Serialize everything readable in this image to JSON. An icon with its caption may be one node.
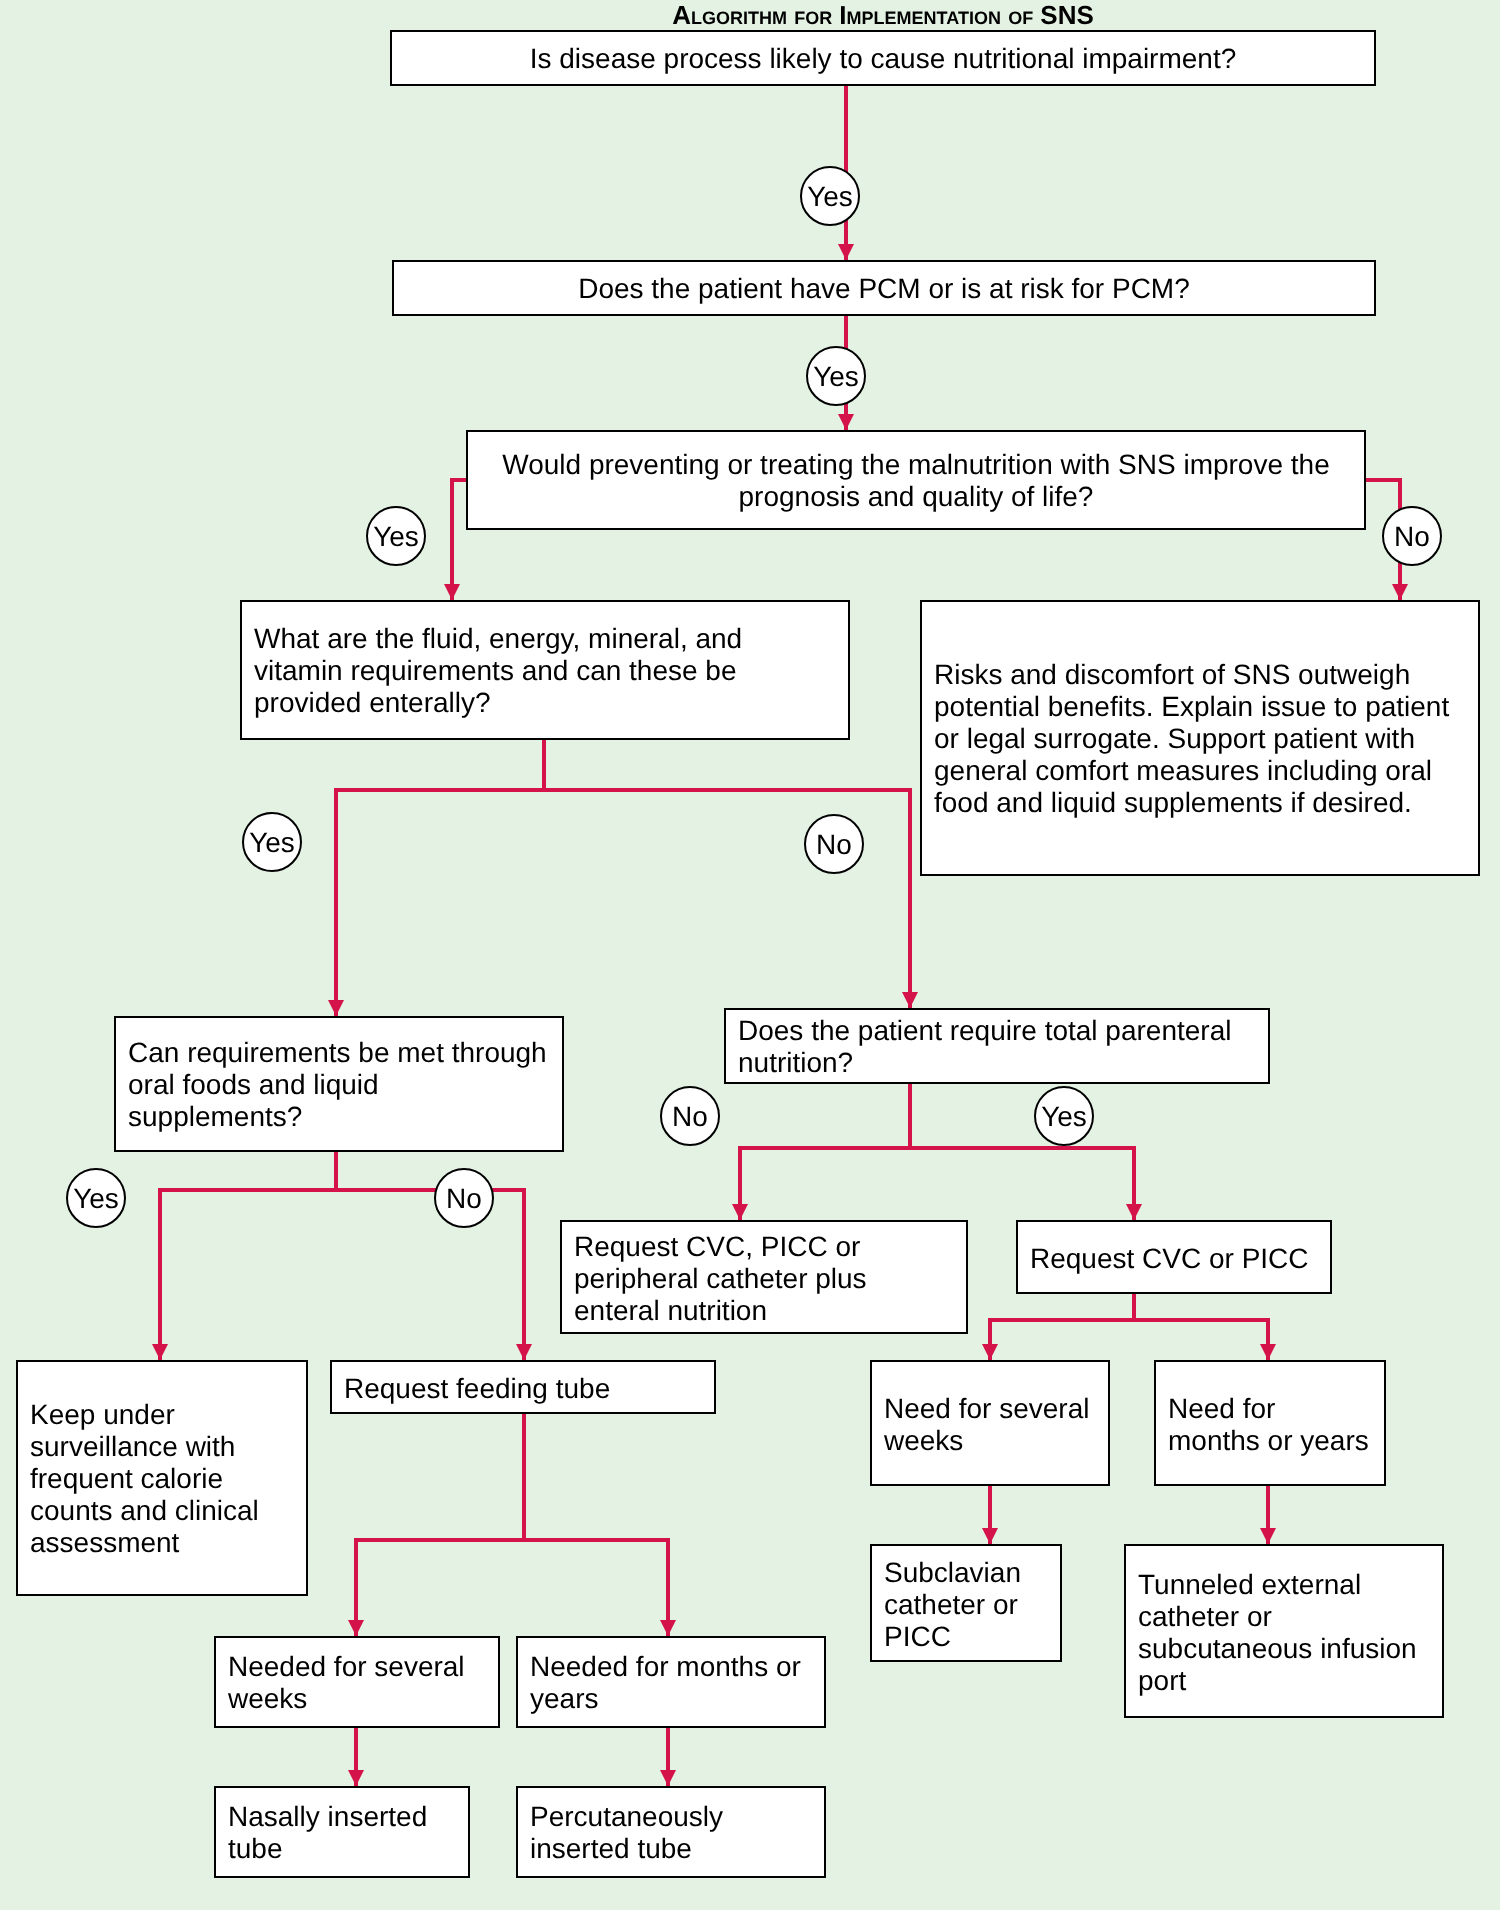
{
  "diagram": {
    "title": "Algorithm for Implementation of SNS",
    "nodes": [
      {
        "text": [
          "Is disease process likely to cause nutritional impairment?"
        ]
      },
      {
        "text": [
          "Does the patient have PCM or is at risk for PCM?"
        ]
      },
      {
        "text": [
          "Would preventing or treating the malnutrition with SNS improve the prognosis and quality of life?"
        ]
      },
      {
        "text": [
          "What are the fluid, energy, mineral, and vitamin requirements and can these be provided enterally?"
        ]
      },
      {
        "text": [
          "Risks and discomfort of SNS outweigh potential benefits. Explain issue to patient or legal surrogate. Support patient with general comfort measures including oral food and liquid supplements if desired."
        ]
      },
      {
        "text": [
          "Can requirements be met through oral foods and liquid supplements?"
        ]
      },
      {
        "text": [
          "Does the patient require total parenteral nutrition?"
        ]
      },
      {
        "text": [
          "Keep under surveillance with frequent calorie counts and clinical assessment"
        ]
      },
      {
        "text": [
          "Request feeding tube"
        ]
      },
      {
        "text": [
          "Request CVC, PICC or peripheral catheter plus enteral nutrition"
        ]
      },
      {
        "text": [
          "Request CVC or PICC"
        ]
      },
      {
        "text": [
          "Need for several weeks"
        ]
      },
      {
        "text": [
          "Need for months or years"
        ]
      },
      {
        "text": [
          "Subclavian catheter or PICC"
        ]
      },
      {
        "text": [
          "Tunneled external catheter or subcutaneous infusion port"
        ]
      },
      {
        "text": [
          "Needed for several weeks"
        ]
      },
      {
        "text": [
          "Needed for months or years"
        ]
      },
      {
        "text": [
          "Nasally inserted tube"
        ]
      },
      {
        "text": [
          "Percutaneously inserted tube"
        ]
      }
    ],
    "edges": [
      {
        "from": 0,
        "to": 1,
        "arrow": "to",
        "label": "Yes"
      },
      {
        "from": 1,
        "to": 2,
        "arrow": "to",
        "label": "Yes"
      },
      {
        "from": 2,
        "to": 3,
        "arrow": "to",
        "label": "Yes"
      },
      {
        "from": 2,
        "to": 4,
        "arrow": "to",
        "label": "No"
      },
      {
        "from": 3,
        "to": 5,
        "arrow": "to",
        "label": "Yes"
      },
      {
        "from": 3,
        "to": 6,
        "arrow": "to",
        "label": "No"
      },
      {
        "from": 5,
        "to": 7,
        "arrow": "to",
        "label": "Yes"
      },
      {
        "from": 5,
        "to": 8,
        "arrow": "to",
        "label": "No"
      },
      {
        "from": 6,
        "to": 9,
        "arrow": "to",
        "label": "No"
      },
      {
        "from": 6,
        "to": 10,
        "arrow": "to",
        "label": "Yes"
      },
      {
        "from": 10,
        "to": 11,
        "arrow": "to"
      },
      {
        "from": 10,
        "to": 12,
        "arrow": "to"
      },
      {
        "from": 11,
        "to": 13,
        "arrow": "to"
      },
      {
        "from": 12,
        "to": 14,
        "arrow": "to"
      },
      {
        "from": 8,
        "to": 15,
        "arrow": "to"
      },
      {
        "from": 8,
        "to": 16,
        "arrow": "to"
      },
      {
        "from": 15,
        "to": 17,
        "arrow": "to"
      },
      {
        "from": 16,
        "to": 18,
        "arrow": "to"
      }
    ]
  }
}
